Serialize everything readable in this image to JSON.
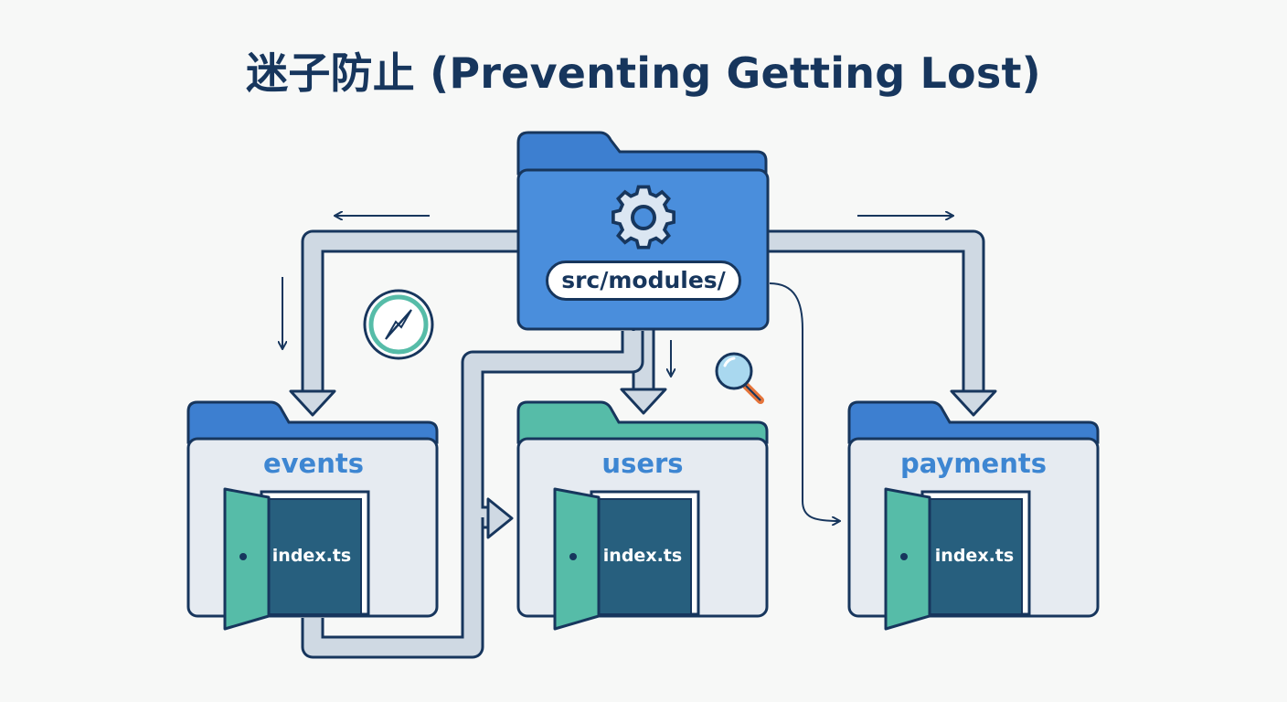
{
  "title": "迷子防止 (Preventing Getting Lost)",
  "root": {
    "path": "src/modules/",
    "icon": "gear-icon"
  },
  "modules": [
    {
      "name": "events",
      "entry_file": "index.ts",
      "tab_color": "#3d7fd0"
    },
    {
      "name": "users",
      "entry_file": "index.ts",
      "tab_color": "#56bca8"
    },
    {
      "name": "payments",
      "entry_file": "index.ts",
      "tab_color": "#3d7fd0"
    }
  ],
  "icons": [
    "compass-icon",
    "magnifier-icon",
    "door-icon",
    "arrow-icon"
  ],
  "colors": {
    "outline": "#17365d",
    "root_folder": "#4a8edc",
    "folder_body": "#e6ebf1",
    "door": "#56bca8",
    "doorway": "#275f7e",
    "pipe": "#cfd9e3"
  }
}
